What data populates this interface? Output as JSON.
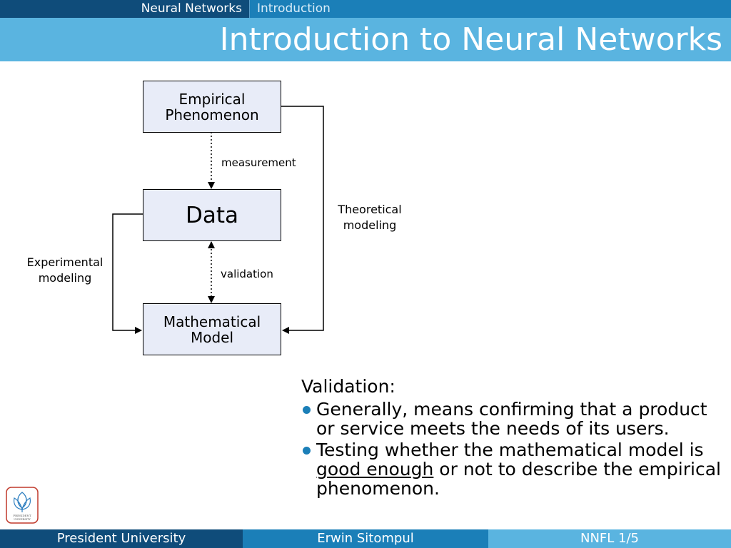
{
  "header": {
    "section": "Neural Networks",
    "subsection": "Introduction",
    "title": "Introduction to Neural Networks"
  },
  "diagram": {
    "boxes": {
      "empirical": [
        "Empirical",
        "Phenomenon"
      ],
      "data": "Data",
      "model": [
        "Mathematical",
        "Model"
      ]
    },
    "labels": {
      "measurement": "measurement",
      "validation": "validation",
      "theoretical": [
        "Theoretical",
        "modeling"
      ],
      "experimental": [
        "Experimental",
        "modeling"
      ]
    }
  },
  "content": {
    "heading": "Validation:",
    "bullets": [
      {
        "text": "Generally, means confirming that a product or service meets the needs of its users."
      },
      {
        "before": "Testing whether the mathematical model is ",
        "underlined": "good enough",
        "after": " or not to describe the empirical phenomenon."
      }
    ]
  },
  "logo": {
    "icon": "president-university-logo-icon",
    "text": [
      "PRESIDENT",
      "UNIVERSITY"
    ]
  },
  "footer": {
    "institution": "President University",
    "author": "Erwin Sitompul",
    "page": "NNFL 1/5"
  },
  "colors": {
    "dark": "#0f4c7a",
    "mid": "#1b7fb8",
    "light": "#5ab4e0",
    "box": "#e8ecf8"
  }
}
